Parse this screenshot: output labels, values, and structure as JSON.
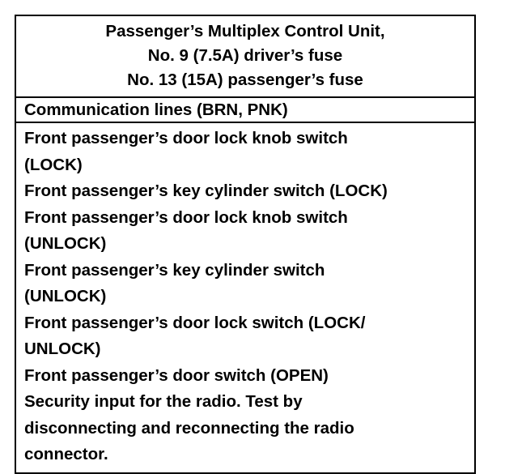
{
  "document": {
    "type": "wiring-diagram-legend-table",
    "colors": {
      "text": "#000000",
      "background": "#ffffff",
      "border": "#000000"
    },
    "header": {
      "lines": [
        "Passenger’s Multiplex Control Unit,",
        "No. 9 (7.5A) driver’s fuse",
        "No. 13 (15A) passenger’s fuse"
      ]
    },
    "communication_row": {
      "text": "Communication lines (BRN, PNK)"
    },
    "entries": [
      {
        "lines": [
          "Front passenger’s door lock knob switch",
          "(LOCK)"
        ]
      },
      {
        "lines": [
          "Front passenger’s key cylinder switch (LOCK)"
        ]
      },
      {
        "lines": [
          "Front passenger’s door lock knob switch",
          "(UNLOCK)"
        ]
      },
      {
        "lines": [
          "Front passenger’s key cylinder switch",
          "(UNLOCK)"
        ]
      },
      {
        "lines": [
          "Front passenger’s door lock switch (LOCK/",
          "UNLOCK)"
        ]
      },
      {
        "lines": [
          "Front passenger’s door switch (OPEN)"
        ]
      },
      {
        "lines": [
          "Security input for the radio. Test by",
          "disconnecting and reconnecting the radio",
          "connector."
        ]
      }
    ]
  }
}
